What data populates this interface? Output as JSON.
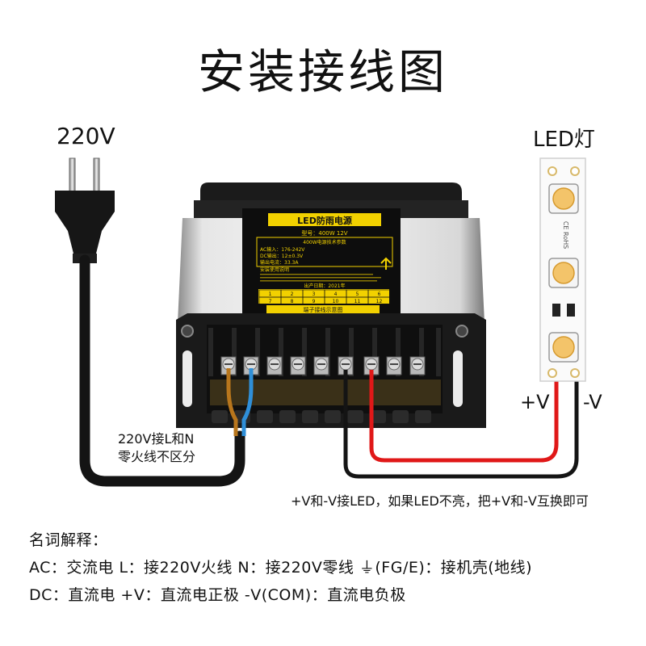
{
  "title": "安装接线图",
  "input_label": "220V",
  "led_label": "LED灯",
  "plus_v": "+V",
  "minus_v": "-V",
  "ln_note": [
    "220V接L和N",
    "零火线不区分"
  ],
  "led_note": "+V和-V接LED，如果LED不亮，把+V和-V互换即可",
  "glossary": {
    "heading": "名词解释：",
    "line1": "AC：交流电   L：接220V火线   N：接220V零线   ⏚(FG/E)：接机壳(地线)",
    "line2": "DC：直流电   +V：直流电正极   -V(COM)：直流电负极"
  },
  "psu_label": {
    "brand": "LED防雨电源",
    "model": "型号：400W 12V",
    "specs_header": "400W电源技术参数",
    "ac_in": "AC输入：176-242V",
    "dc_out": "DC输出：12±0.3V",
    "current": "输出电流：33.3A",
    "notes_header": "安装使用说明",
    "year": "出产日期：2021年",
    "grid_top": [
      "1",
      "2",
      "3",
      "4",
      "5",
      "6"
    ],
    "grid_bottom": [
      "7",
      "8",
      "9",
      "10",
      "11",
      "12"
    ],
    "terminal_caption": "端子接线示意图"
  },
  "led_strip_text": "CE RoHS",
  "colors": {
    "live_wire": "#b8761c",
    "neutral_wire": "#2f8fd8",
    "positive_wire": "#e01818",
    "negative_wire": "#111111",
    "psu_label": "#f2d100",
    "led_chip": "#f3c46a"
  }
}
